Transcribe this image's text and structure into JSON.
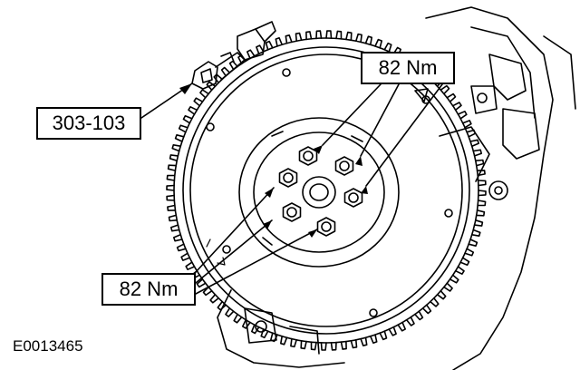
{
  "callouts": {
    "tool": "303-103",
    "torque_top": "82 Nm",
    "torque_bottom": "82 Nm"
  },
  "figure_id": "E0013465",
  "colors": {
    "ink": "#000000",
    "paper": "#ffffff"
  }
}
